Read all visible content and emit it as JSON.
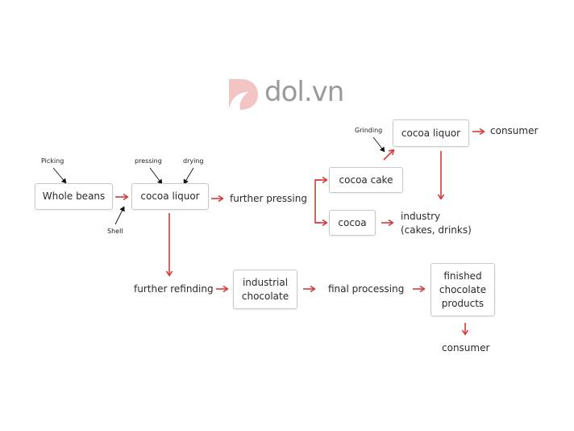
{
  "logo": {
    "text": "dol.vn"
  },
  "nodes": {
    "whole_beans": "Whole beans",
    "cocoa_liquor_1": "cocoa liquor",
    "further_pressing": "further pressing",
    "cocoa_cake": "cocoa  cake",
    "cocoa": "cocoa",
    "cocoa_liquor_2": "cocoa liquor",
    "consumer_top": "consumer",
    "industry": "industry\n(cakes, drinks)",
    "further_refinding": "further refinding",
    "industrial_chocolate": "industrial\nchocolate",
    "final_processing": "final processing",
    "finished_products": "finished\nchocolate\nproducts",
    "consumer_bottom": "consumer"
  },
  "annotations": {
    "picking": "Picking",
    "pressing": "pressing",
    "drying": "drying",
    "shell": "Shell",
    "grinding": "Grinding"
  },
  "colors": {
    "arrow": "#d63a3a",
    "pointer": "#111111",
    "logo_mark": "#e9a0a0",
    "logo_text": "#9a9a9a"
  }
}
